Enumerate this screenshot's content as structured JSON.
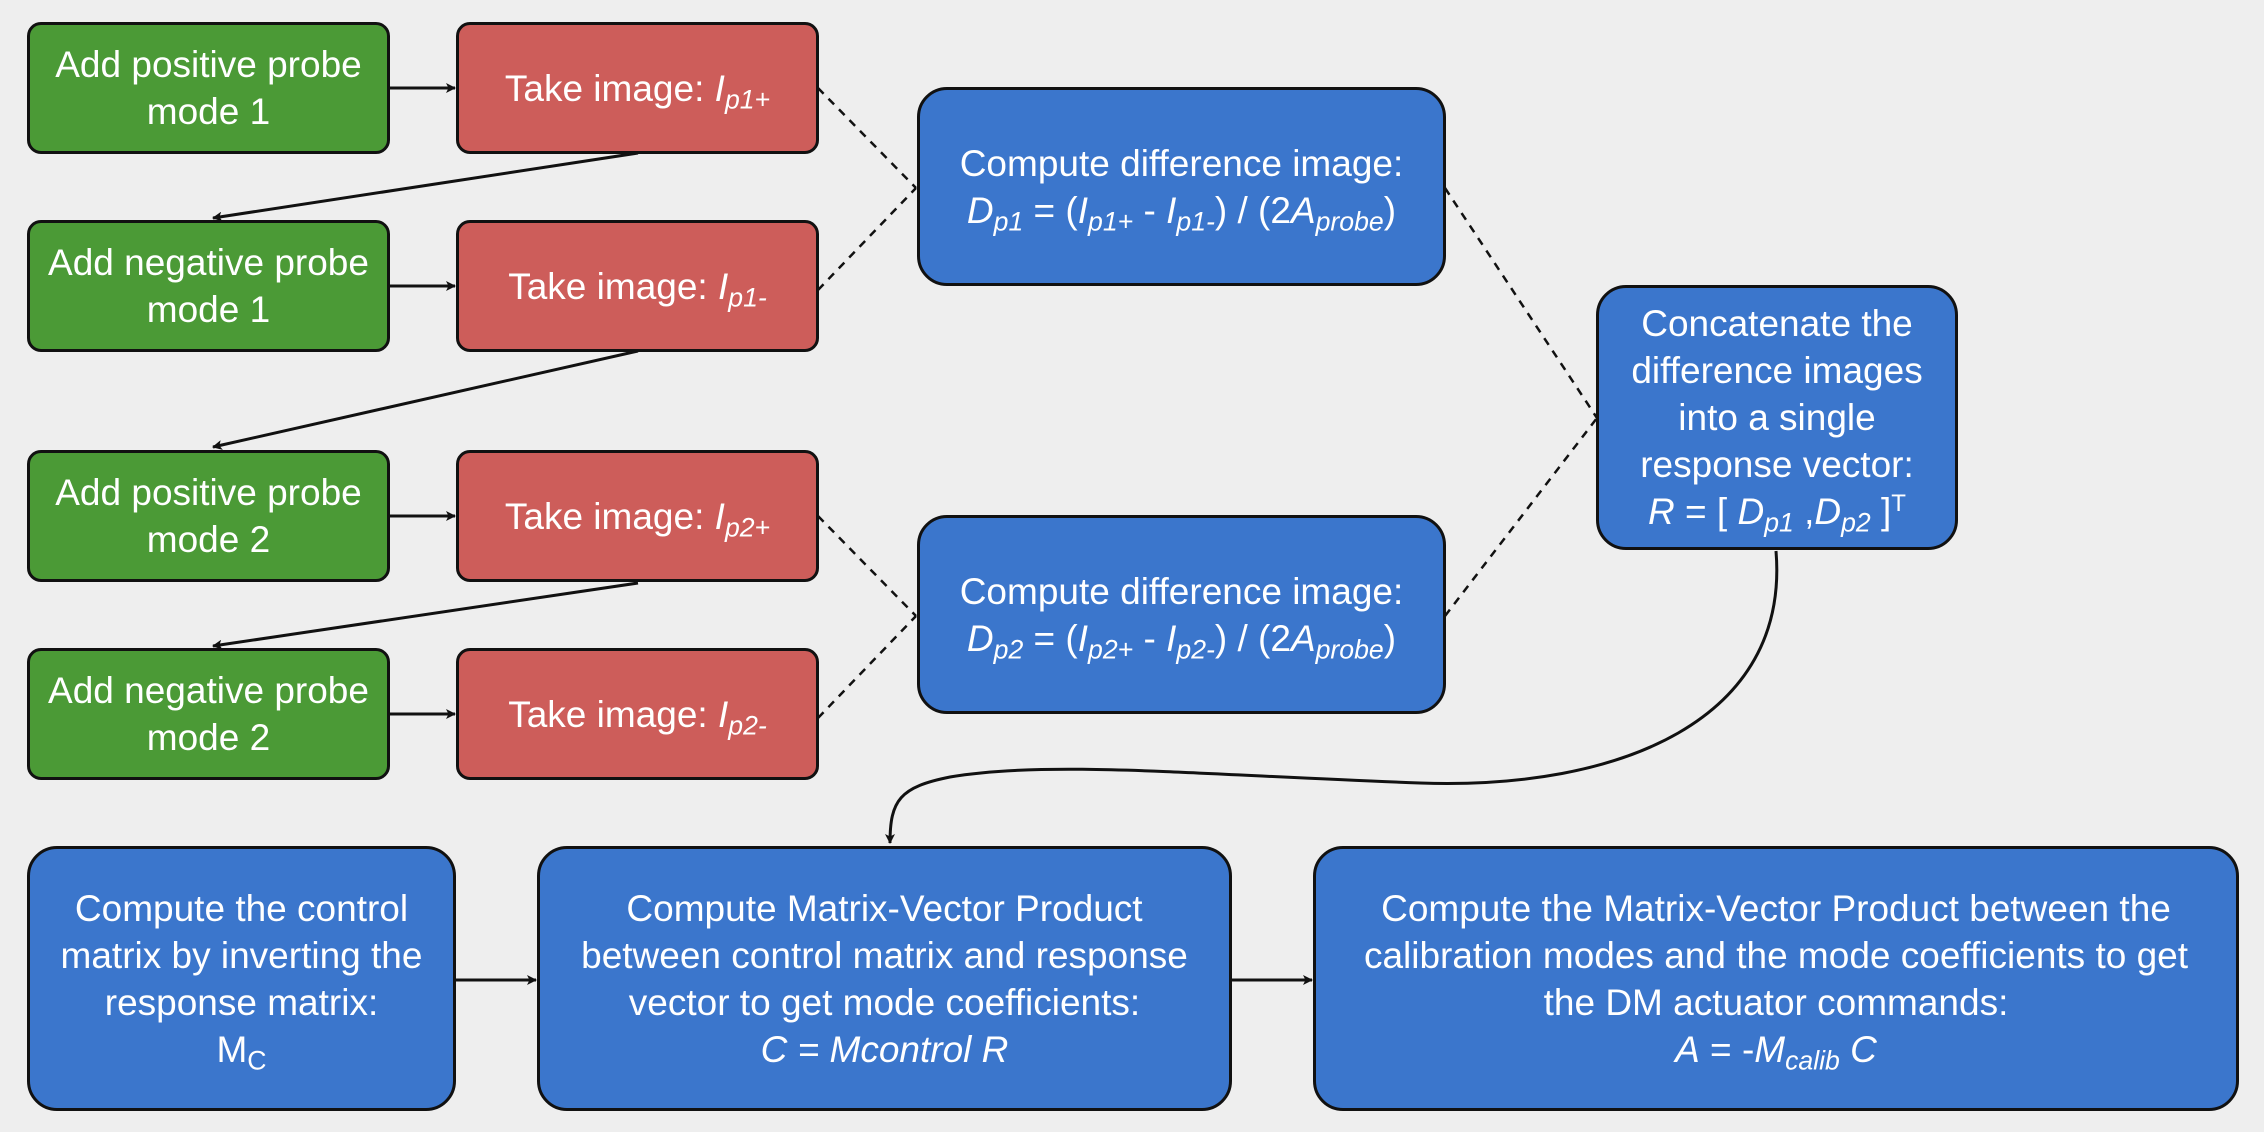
{
  "probe_steps": [
    {
      "lines": [
        "Add positive probe",
        "mode 1"
      ]
    },
    {
      "lines": [
        "Add negative probe",
        "mode 1"
      ]
    },
    {
      "lines": [
        "Add positive probe",
        "mode 2"
      ]
    },
    {
      "lines": [
        "Add negative probe",
        "mode 2"
      ]
    }
  ],
  "images": [
    {
      "label": "Take image: ",
      "var": "I",
      "sub": "p1+"
    },
    {
      "label": "Take image: ",
      "var": "I",
      "sub": "p1-"
    },
    {
      "label": "Take image: ",
      "var": "I",
      "sub": "p2+"
    },
    {
      "label": "Take image: ",
      "var": "I",
      "sub": "p2-"
    }
  ],
  "difference": [
    {
      "title": "Compute difference image:",
      "eq": {
        "lhs": "D",
        "lhs_sub": "p1",
        "eq": " = (",
        "a": "I",
        "a_sub": "p1+",
        "minus": " - ",
        "b": "I",
        "b_sub": "p1-",
        "close": ") / (2",
        "c": "A",
        "c_sub": "probe",
        "end": ")"
      }
    },
    {
      "title": "Compute difference image:",
      "eq": {
        "lhs": "D",
        "lhs_sub": "p2",
        "eq": " = (",
        "a": "I",
        "a_sub": "p2+",
        "minus": " - ",
        "b": "I",
        "b_sub": "p2-",
        "close": ") / (2",
        "c": "A",
        "c_sub": "probe",
        "end": ")"
      }
    }
  ],
  "concat": {
    "lines": [
      "Concatenate the",
      "difference images",
      "into a single",
      "response vector:"
    ],
    "eq": {
      "r": "R",
      "eq": " = [ ",
      "d1": "D",
      "d1_sub": "p1",
      "sep": " ,",
      "d2": "D",
      "d2_sub": "p2",
      "close": " ]",
      "sup": "T"
    }
  },
  "control": {
    "lines": [
      "Compute the control",
      "matrix by inverting the",
      "response matrix:"
    ],
    "m": "M",
    "m_sub": "C"
  },
  "product": {
    "lines": [
      "Compute Matrix-Vector Product",
      "between control matrix and response",
      "vector to get mode coefficients:"
    ],
    "eq": "C = Mcontrol R"
  },
  "commands": {
    "lines": [
      "Compute the Matrix-Vector Product between the",
      "calibration modes and the mode coefficients to get",
      "the DM actuator commands:"
    ],
    "eq": {
      "a": "A",
      "eq": " = -",
      "m": "M",
      "m_sub": "calib",
      "c": " C"
    }
  },
  "colors": {
    "green": "#4b9a36",
    "red": "#cd5d5a",
    "blue": "#3b76cc",
    "background": "#eeeeee"
  }
}
